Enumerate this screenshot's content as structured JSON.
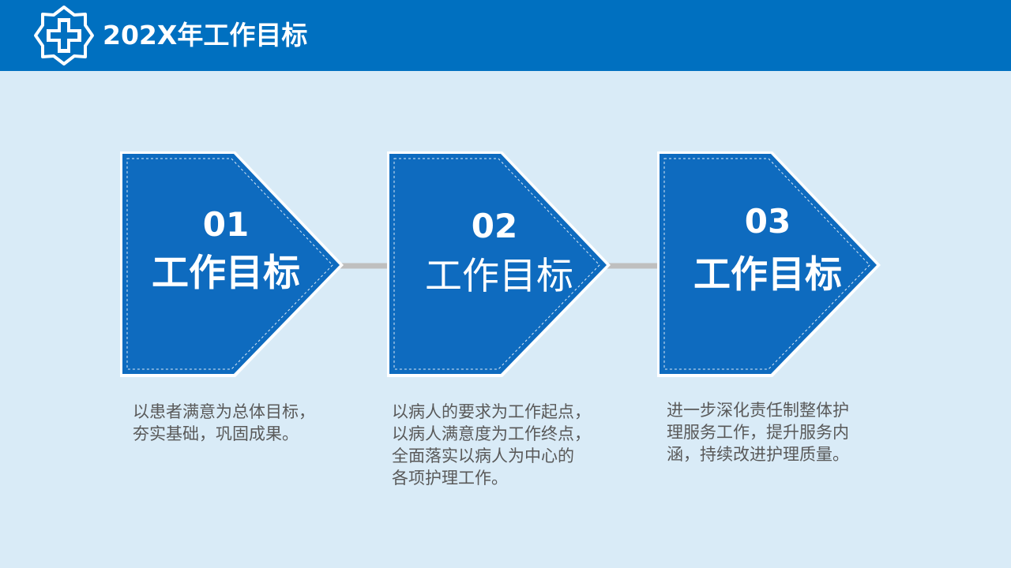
{
  "header": {
    "title": "202X年工作目标",
    "logo_icon": "medical-cross-icon",
    "bg_color": "#0070c0"
  },
  "colors": {
    "page_bg": "#d9ebf7",
    "card_fill": "#0e6bbf",
    "connector": "#bfbfbf",
    "description_text": "#595959"
  },
  "steps": [
    {
      "number": "01",
      "label": "工作目标",
      "label_bold": true,
      "description": [
        "以患者满意为总体目标，",
        "夯实基础，巩固成果。"
      ]
    },
    {
      "number": "02",
      "label": "工作目标",
      "label_bold": false,
      "description": [
        "以病人的要求为工作起点，",
        "以病人满意度为工作终点，",
        "全面落实以病人为中心的",
        "各项护理工作。"
      ]
    },
    {
      "number": "03",
      "label": "工作目标",
      "label_bold": true,
      "description": [
        "进一步深化责任制整体护",
        "理服务工作，提升服务内",
        "涵，持续改进护理质量。"
      ]
    }
  ]
}
